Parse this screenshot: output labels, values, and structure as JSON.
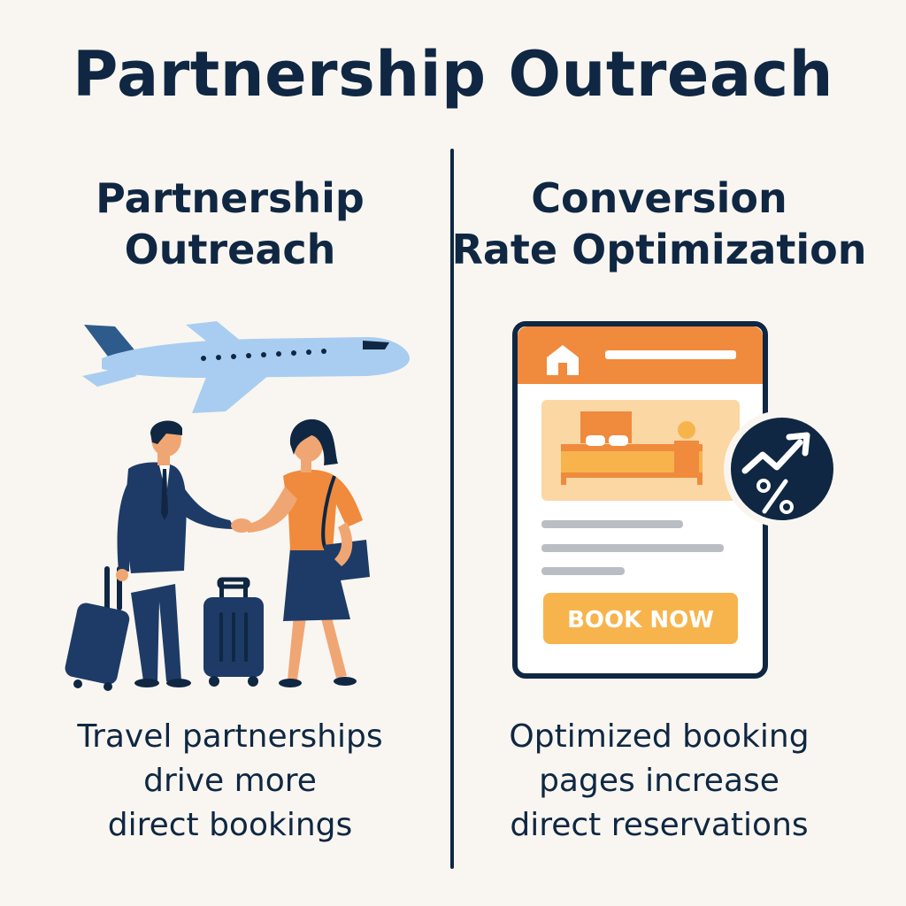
{
  "header": {
    "title": "Partnership Outreach"
  },
  "left": {
    "title_lines": [
      "Partnership",
      "Outreach"
    ],
    "caption_lines": [
      "Travel partnerships",
      "drive more",
      "direct bookings"
    ],
    "illustration": [
      "airplane-icon",
      "businessman-icon",
      "traveler-woman-icon",
      "suitcase-icon",
      "handshake-icon"
    ]
  },
  "right": {
    "title_lines": [
      "Conversion",
      "Rate Optimization"
    ],
    "caption_lines": [
      "Optimized booking",
      "pages increase",
      "direct reservations"
    ],
    "booking_page": {
      "button_label": "BOOK NOW",
      "illustration": [
        "home-icon",
        "bed-icon",
        "lamp-icon",
        "growth-percent-icon"
      ]
    }
  },
  "colors": {
    "background": "#f9f6f1",
    "navy": "#0f2742",
    "orange": "#f08a3c",
    "light_orange": "#fbd7a4",
    "button": "#f7b44d",
    "sky_blue": "#a8cdf0"
  }
}
